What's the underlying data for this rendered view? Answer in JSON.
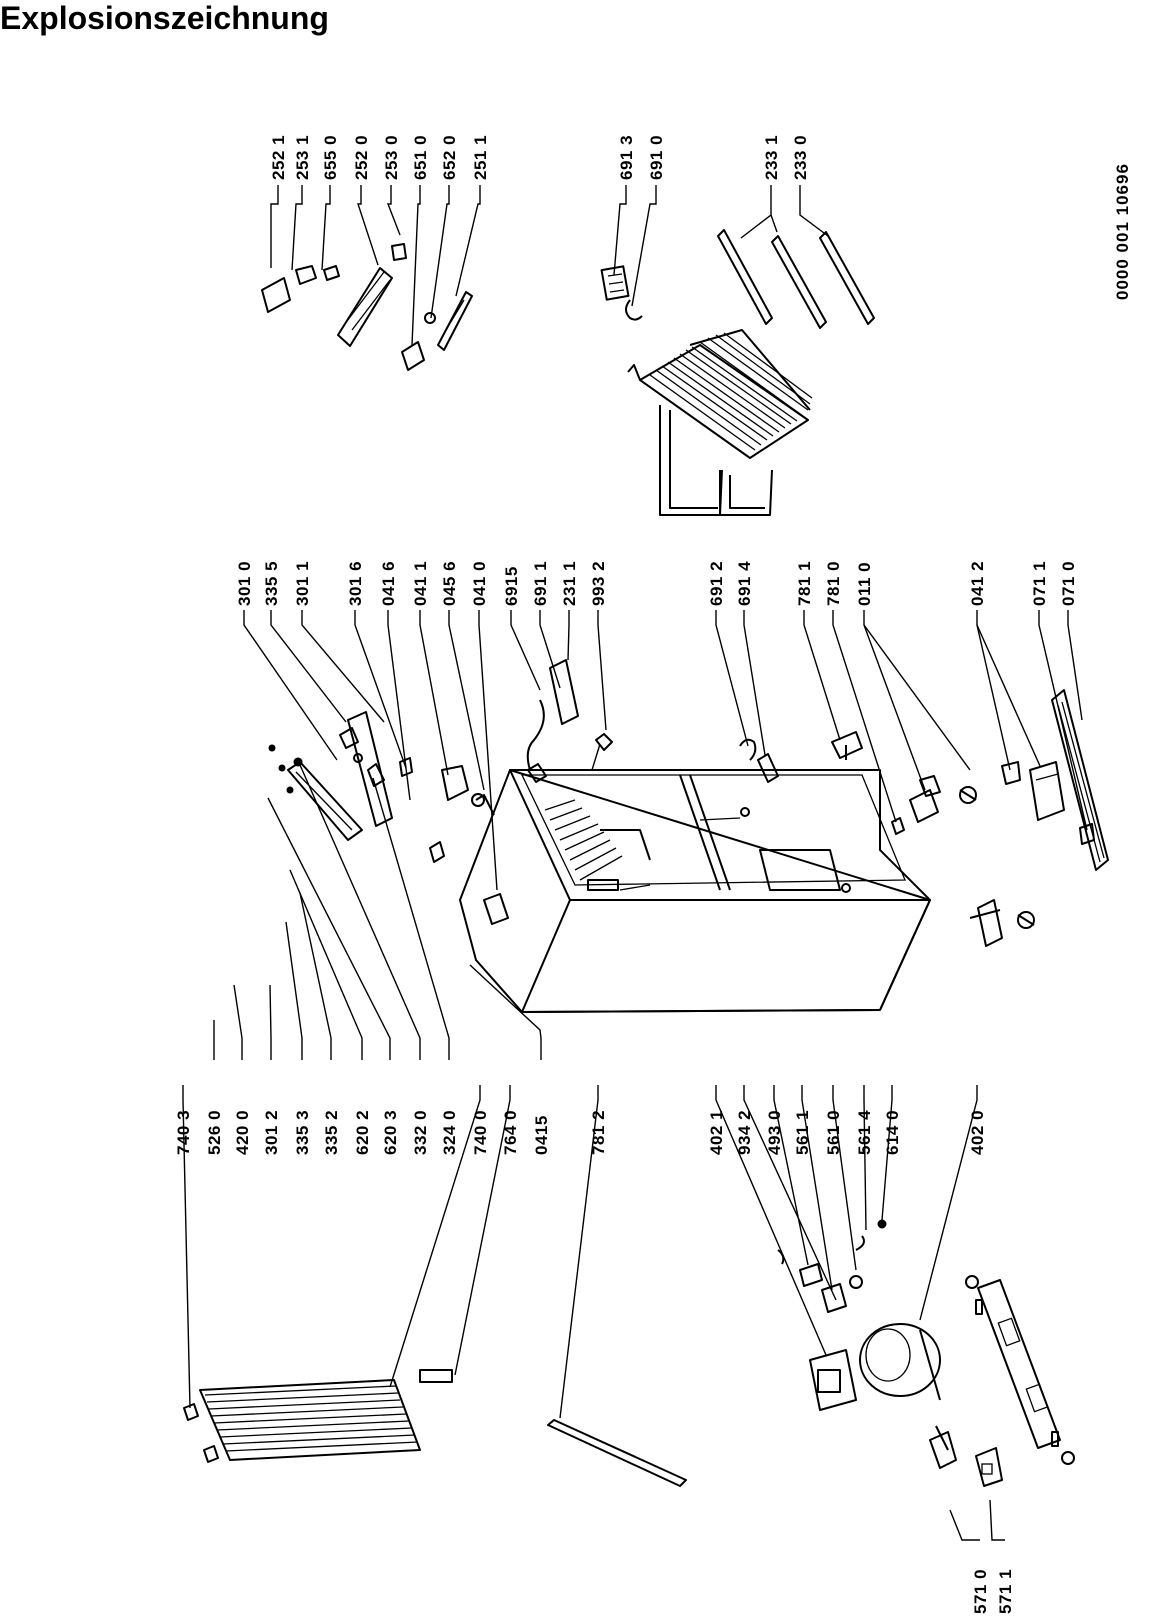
{
  "title": "Explosionszeichnung",
  "document_number": "0000  001 10696",
  "parts_top_right": [
    "252 1",
    "253 1",
    "655 0",
    "252 0",
    "253 0",
    "651 0",
    "652 0",
    "251 1"
  ],
  "parts_shelves": [
    "691 3",
    "691 0",
    "233 1",
    "233 0"
  ],
  "parts_middle_top": [
    "301 0",
    "335 5",
    "301 1",
    "301 6",
    "041 6",
    "041 1",
    "045 6",
    "041 0",
    "6915",
    "691 1",
    "231 1",
    "993 2"
  ],
  "parts_middle_bottom": [
    "691 2",
    "691 4",
    "781 1",
    "781 0",
    "011 0",
    "041 2",
    "071 1",
    "071 0"
  ],
  "parts_left_top": [
    "740 3",
    "526 0",
    "420 0",
    "301 2",
    "335 3",
    "335 2",
    "620 2",
    "620 3",
    "332 0",
    "324 0",
    "740 0",
    "764 0",
    "0415",
    "781 2"
  ],
  "parts_left_bottom": [
    "402 1",
    "934 2",
    "493 0",
    "561 1",
    "561 0",
    "561 4",
    "614 0",
    "402 0"
  ],
  "parts_bottom": [
    "571 0",
    "571 1"
  ]
}
